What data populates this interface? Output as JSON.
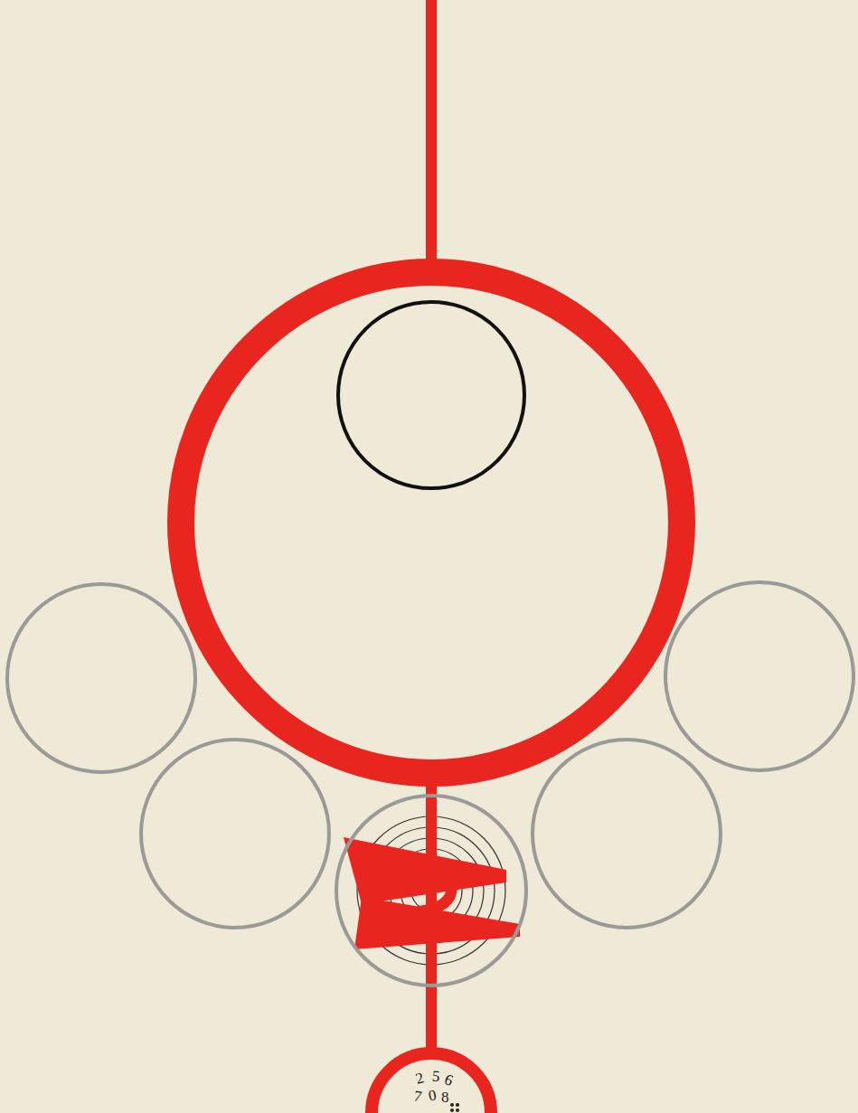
{
  "diagram": {
    "labels": [
      "2",
      "5",
      "6",
      "7",
      "0",
      "8"
    ]
  }
}
